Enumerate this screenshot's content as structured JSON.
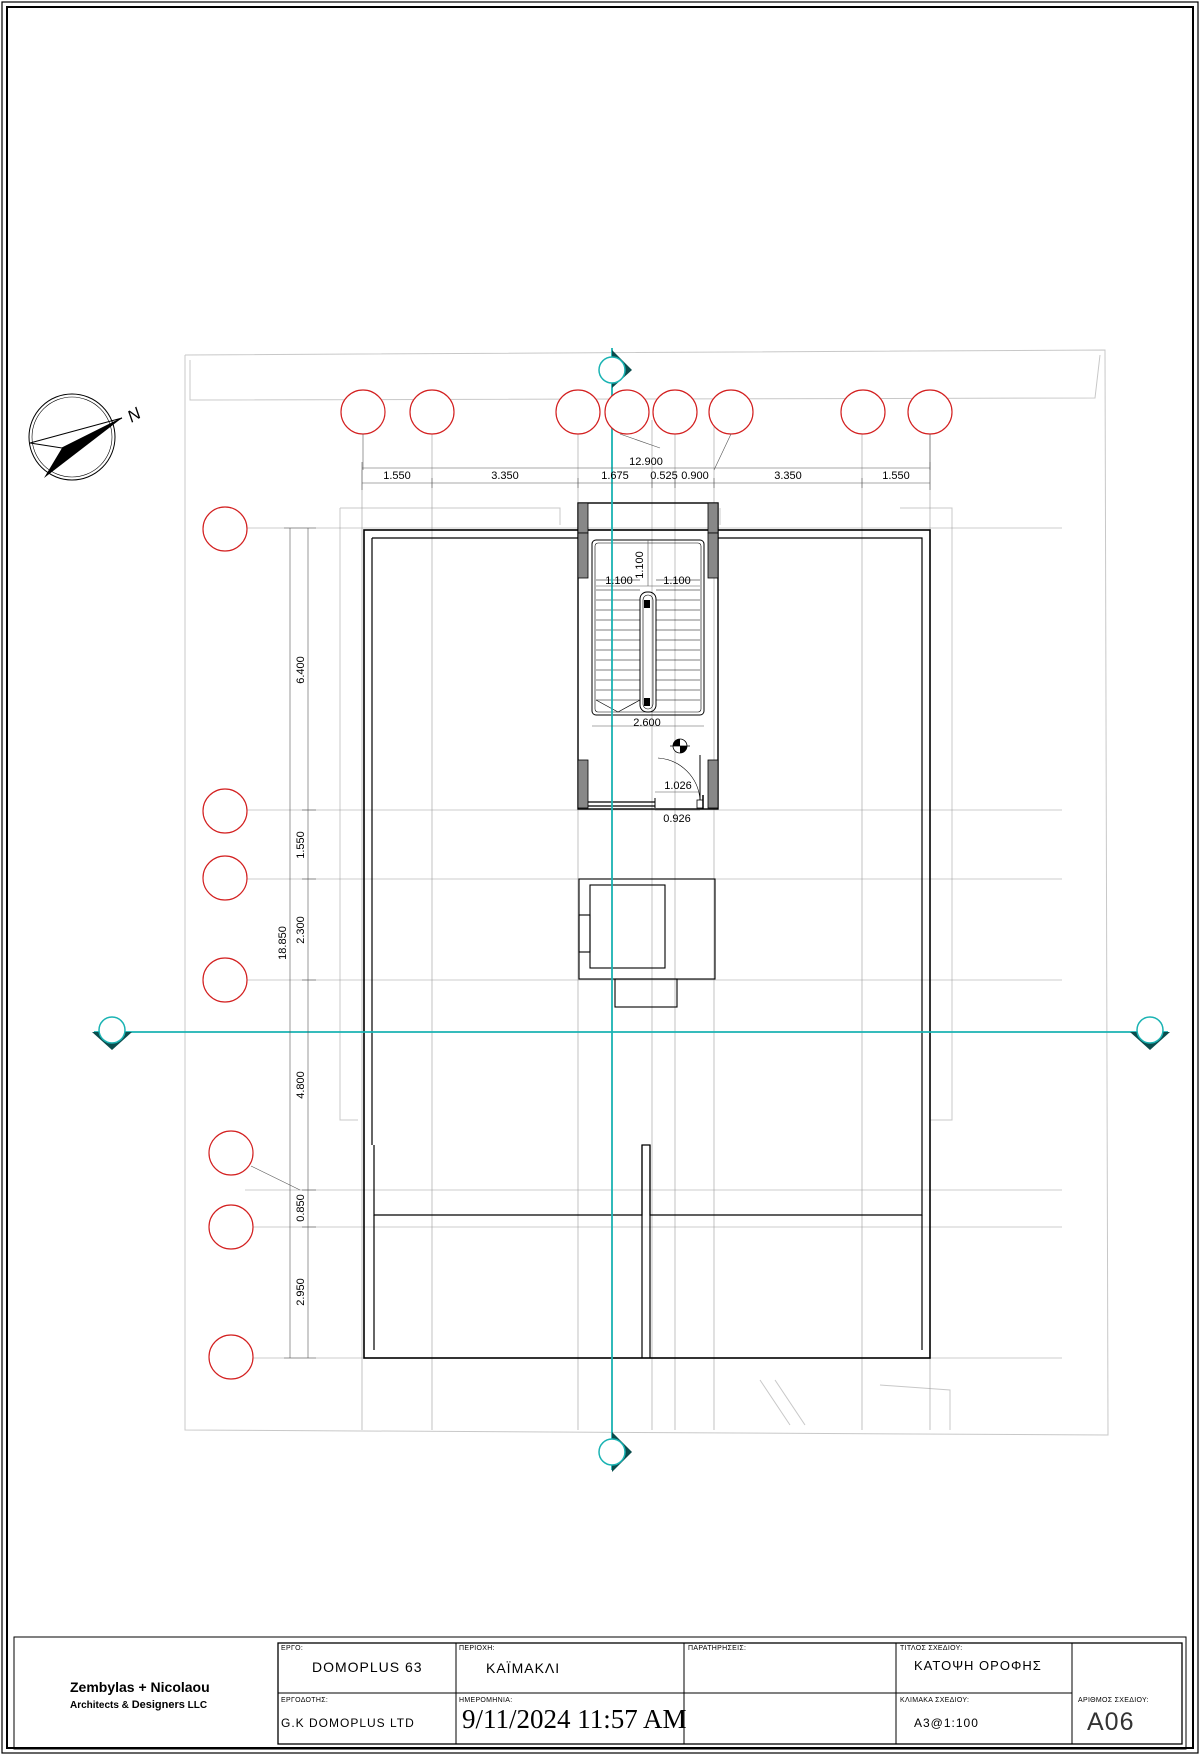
{
  "title_block": {
    "firm_name": "Zembylas + Nicolaou",
    "firm_subtitle_a": "Architects & ",
    "firm_subtitle_b": "Designers",
    "firm_subtitle_c": " LLC",
    "project_label": "ΕΡΓΟ:",
    "project_value": "DOMOPLUS 63",
    "area_label": "ΠΕΡΙΟΧΗ:",
    "area_value": "ΚΑΪΜΑΚΛΙ",
    "notes_label": "ΠΑΡΑΤΗΡΗΣΕΙΣ:",
    "drawing_title_label": "ΤΙΤΛΟΣ ΣΧΕΔΙΟΥ:",
    "drawing_title_value": "ΚΑΤΟΨΗ ΟΡΟΦΗΣ",
    "client_label": "ΕΡΓΟΔΟΤΗΣ:",
    "client_value": "G.K DOMOPLUS LTD",
    "date_label": "ΗΜΕΡΟΜΗΝΙΑ:",
    "date_value": "9/11/2024 11:57 AM",
    "scale_label": "ΚΛΙΜΑΚΑ ΣΧΕΔΙΟΥ:",
    "scale_value": "A3@1:100",
    "sheet_no_label": "ΑΡΙΘΜΟΣ ΣΧΕΔΙΟΥ:",
    "sheet_no_value": "A06"
  },
  "plan": {
    "north_label": "N",
    "dims_top": {
      "total": "12.900",
      "segments": [
        "1.550",
        "3.350",
        "1.675",
        "0.525",
        "0.900",
        "3.350",
        "1.550"
      ]
    },
    "dims_left": {
      "total": "18.850",
      "segments": [
        "6.400",
        "1.550",
        "2.300",
        "4.800",
        "0.850",
        "2.950"
      ]
    },
    "stair": {
      "run_left": "1.100",
      "run_right": "1.100",
      "landing": "1.100",
      "width": "2.600",
      "door_opening": "1.026",
      "door_width": "0.926"
    }
  },
  "colors": {
    "section_line": "#1ab3b3",
    "grid_bubble": "#d32020",
    "linework": "#000000",
    "light_linework": "#b0b0b0"
  }
}
